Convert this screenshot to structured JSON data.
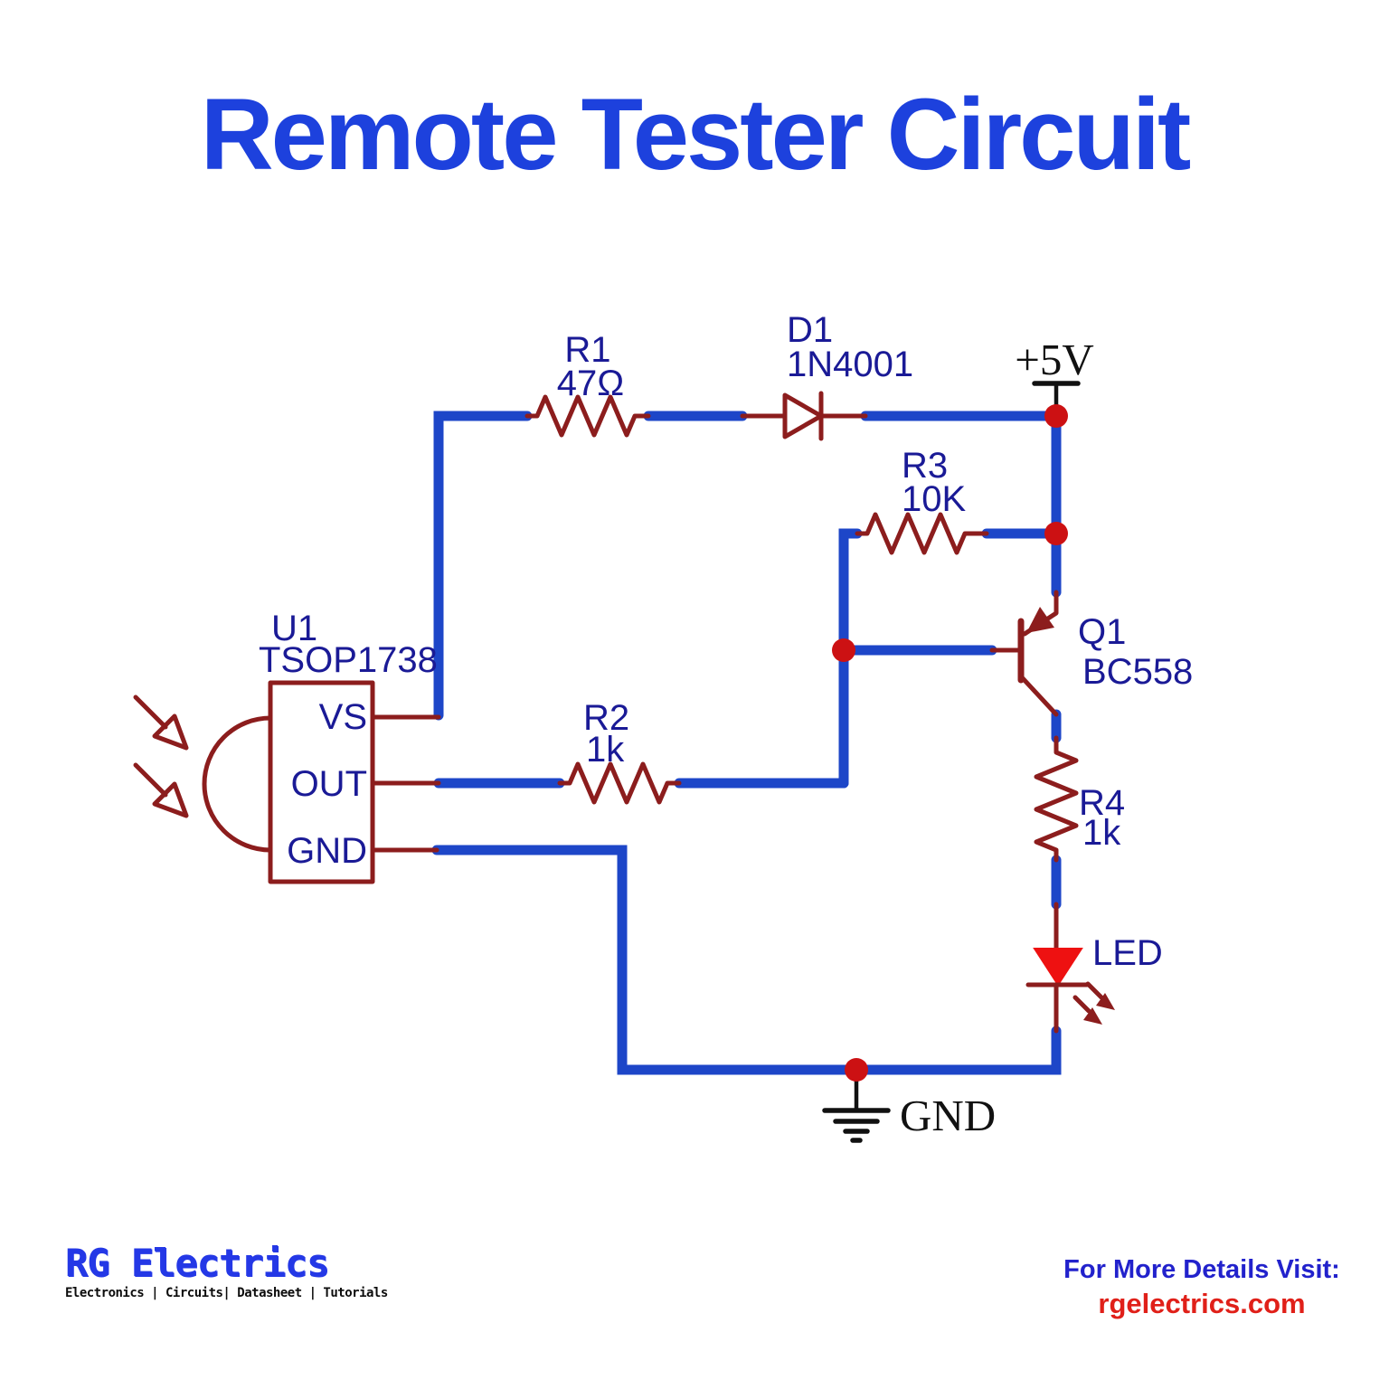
{
  "title": "Remote Tester Circuit",
  "colors": {
    "wire": "#1d46c8",
    "component": "#8c1d1d",
    "junction": "#cc1113",
    "label": "#1a1a96",
    "title": "#1d41dd",
    "black": "#111111",
    "led": "#ee1111",
    "link": "#e02019",
    "logo": "#2438e6"
  },
  "components": {
    "r1": {
      "ref": "R1",
      "value": "47Ω"
    },
    "d1": {
      "ref": "D1",
      "value": "1N4001"
    },
    "r2": {
      "ref": "R2",
      "value": "1k"
    },
    "r3": {
      "ref": "R3",
      "value": "10K"
    },
    "r4": {
      "ref": "R4",
      "value": "1k"
    },
    "q1": {
      "ref": "Q1",
      "value": "BC558"
    },
    "u1": {
      "ref": "U1",
      "value": "TSOP1738",
      "pins": [
        "VS",
        "OUT",
        "GND"
      ]
    },
    "led": {
      "ref": "LED"
    }
  },
  "power": {
    "vcc": "+5V",
    "gnd": "GND"
  },
  "logo": {
    "name": "RG Electrics",
    "tagline": "Electronics | Circuits| Datasheet | Tutorials"
  },
  "footer": {
    "line1": "For More Details Visit:",
    "line2": "rgelectrics.com"
  }
}
